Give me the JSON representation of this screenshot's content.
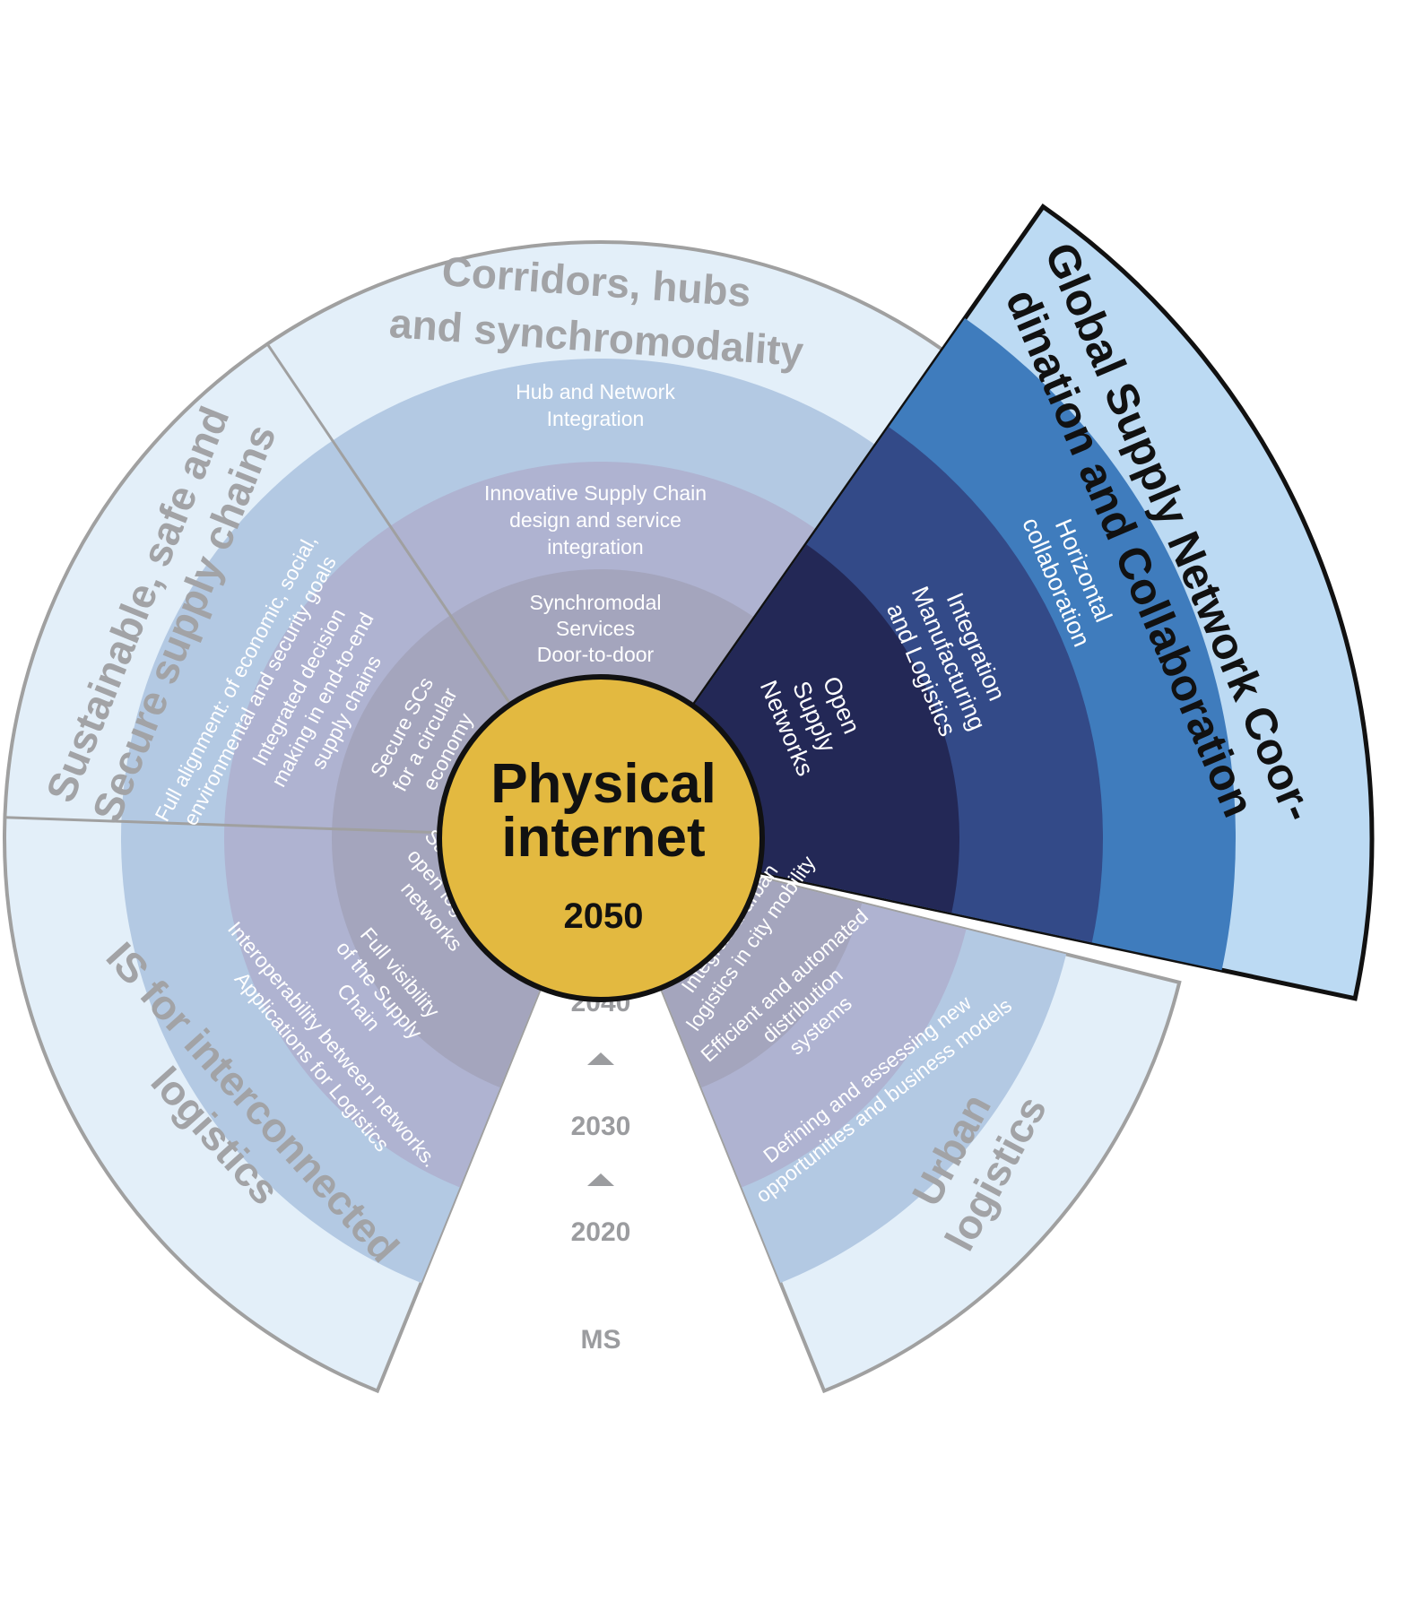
{
  "center": {
    "title_line1": "Physical",
    "title_line2": "internet",
    "year": "2050"
  },
  "timeline": [
    "2040",
    "2030",
    "2020",
    "MS"
  ],
  "sectors": {
    "corridors": {
      "title_line1": "Corridors, hubs",
      "title_line2": "and synchromodality",
      "ring3_line1": "Hub and Network",
      "ring3_line2": "Integration",
      "ring2_line1": "Innovative Supply Chain",
      "ring2_line2": "design and service",
      "ring2_line3": "integration",
      "ring1_line1": "Synchromodal",
      "ring1_line2": "Services",
      "ring1_line3": "Door-to-door"
    },
    "sustainable": {
      "title_line1": "Sustainable, safe and",
      "title_line2": "Secure supply chains",
      "ring3_line1": "Full alignment: of economic, social,",
      "ring3_line2": "environmental and security goals",
      "ring2_line1": "Integrated decision",
      "ring2_line2": "making in end-to-end",
      "ring2_line3": "supply chains",
      "ring1_line1": "Secure SCs",
      "ring1_line2": "for a circular",
      "ring1_line3": "economy"
    },
    "is_logistics": {
      "title_line1": "IS for interconnected",
      "title_line2": "logistics",
      "ring3_line1": "Interoperability between networks.",
      "ring3_line2": "Applications for Logistics",
      "ring2_line1": "Full visibility",
      "ring2_line2": "of the Supply",
      "ring2_line3": "Chain",
      "ring1_line1": "Safety-sharing",
      "ring1_line2": "open logistics",
      "ring1_line3": "networks"
    },
    "urban": {
      "title_line1": "Urban",
      "title_line2": "logistics",
      "ring3_line1": "Defining and assessing new",
      "ring3_line2": "opportunities and business models",
      "ring2_line1": "Efficient and automated",
      "ring2_line2": "distribution",
      "ring2_line3": "systems",
      "ring1_line1": "Integrated urban",
      "ring1_line2": "logistics in city mobility"
    },
    "global": {
      "title_line1": "Global Supply Network Coor-",
      "title_line2": "dination and Collaboration",
      "ring3_line1": "Horizontal",
      "ring3_line2": "collaboration",
      "ring2_line1": "Integration",
      "ring2_line2": "Manufacturing",
      "ring2_line3": "and Logistics",
      "ring1_line1": "Open",
      "ring1_line2": "Supply",
      "ring1_line3": "Networks"
    }
  },
  "colors": {
    "outer_pale": "#e3eff9",
    "ring3_pale": "#b3c9e3",
    "ring2_pale": "#afb3d1",
    "ring1_pale": "#a4a5bd",
    "outline_grey": "#a0a0a0",
    "highlight_outer": "#bcdaf3",
    "highlight_ring3": "#3f7cbd",
    "highlight_ring2": "#334a88",
    "highlight_ring1": "#232856",
    "center_fill": "#e3b940",
    "title_grey": "#a2a3a6"
  }
}
